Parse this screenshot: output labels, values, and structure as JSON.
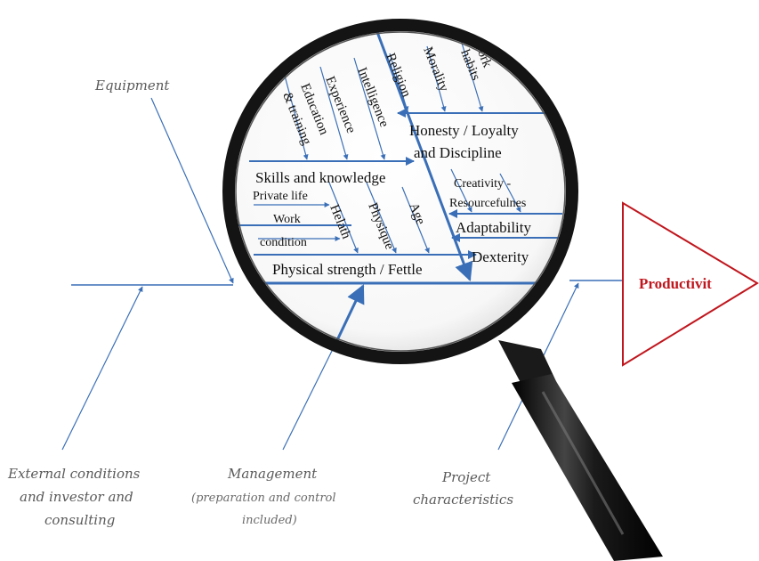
{
  "effect": "Productivit",
  "outer_causes": {
    "equipment": "Equipment",
    "external": [
      "External conditions",
      "and investor and",
      "consulting"
    ],
    "management": "Management",
    "management_sub": [
      "(preparation and control",
      "included)"
    ],
    "project": [
      "Project",
      "characteristics"
    ]
  },
  "lens_labels": {
    "religion": "Religion",
    "morality": "Morality",
    "work_habits": [
      "Work",
      "habits"
    ],
    "intelligence": "Intelligence",
    "experience": "Experience",
    "education": [
      "Education",
      "& training"
    ],
    "honesty": [
      "Honesty / Loyalty",
      "and Discipline"
    ],
    "skills": "Skills and knowledge",
    "creativity": [
      "Creativity -",
      "Resourcefulnes"
    ],
    "private_life": "Private life",
    "work_condition": [
      "Work",
      "condition"
    ],
    "helath": "Helath",
    "physique": "Physique",
    "age": "Age",
    "adaptability": "Adaptability",
    "dexterity": "Dexterity",
    "physical": "Physical strength / Fettle"
  },
  "colors": {
    "arrow_blue": "#3a6fb7",
    "effect_red": "#c0161d",
    "lens_rim": "#141414",
    "outer_text": "#5a5a5a"
  }
}
